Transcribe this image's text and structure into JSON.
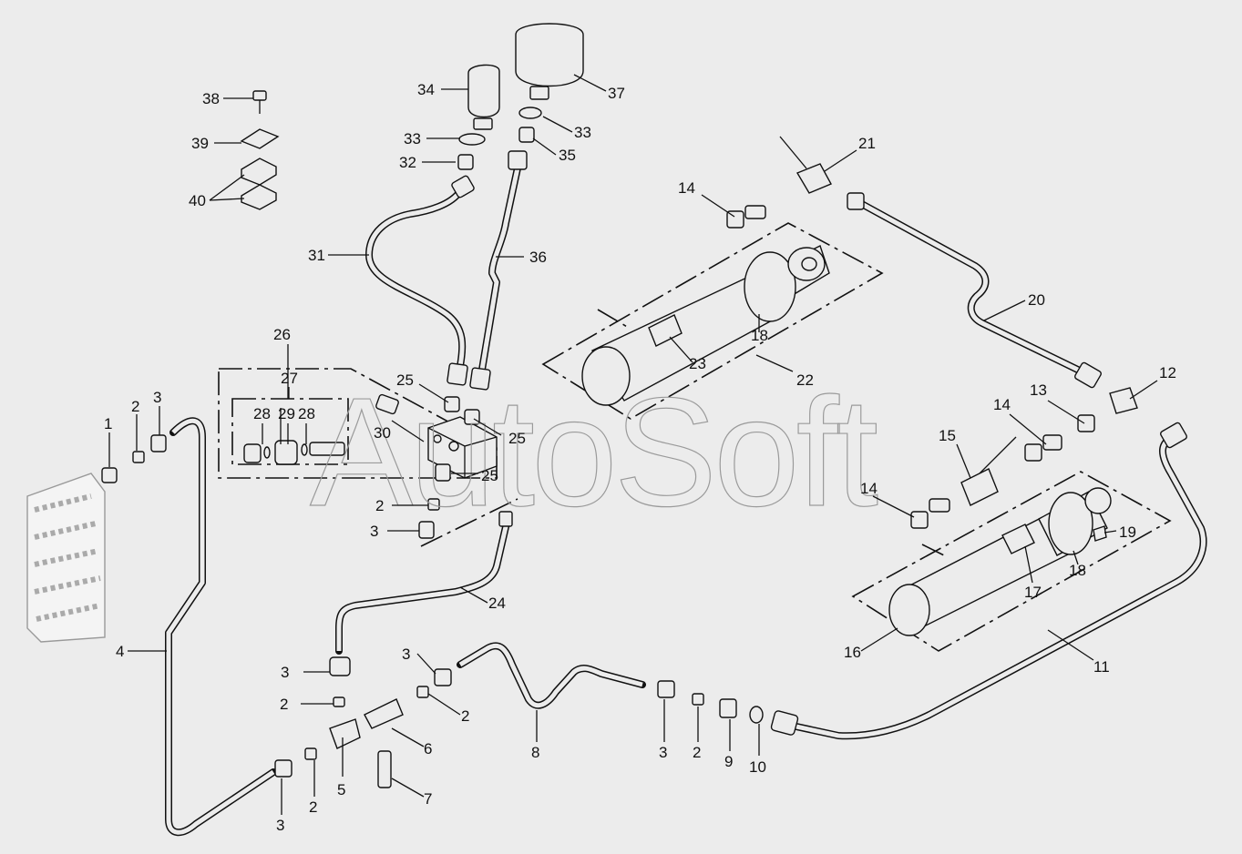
{
  "watermark": "AutoSoft",
  "callouts": {
    "c1": "1",
    "c2a": "2",
    "c3a": "3",
    "c4": "4",
    "c2b": "2",
    "c3b": "3",
    "c2c": "2",
    "c3c": "3",
    "c5": "5",
    "c2d": "2",
    "c3d": "3",
    "c6": "6",
    "c7": "7",
    "c3e": "3",
    "c2e": "2",
    "c8": "8",
    "c3f": "3",
    "c2f": "2",
    "c9": "9",
    "c10": "10",
    "c11": "11",
    "c12": "12",
    "c13": "13",
    "c14a": "14",
    "c14b": "14",
    "c14c": "14",
    "c15": "15",
    "c16": "16",
    "c17": "17",
    "c18a": "18",
    "c18b": "18",
    "c19": "19",
    "c20": "20",
    "c21": "21",
    "c22": "22",
    "c23": "23",
    "c24": "24",
    "c25a": "25",
    "c25b": "25",
    "c25c": "25",
    "c26": "26",
    "c27": "27",
    "c28a": "28",
    "c29": "29",
    "c28b": "28",
    "c30": "30",
    "c31": "31",
    "c32": "32",
    "c33a": "33",
    "c33b": "33",
    "c34": "34",
    "c35": "35",
    "c36": "36",
    "c37": "37",
    "c38": "38",
    "c39": "39",
    "c40": "40"
  }
}
